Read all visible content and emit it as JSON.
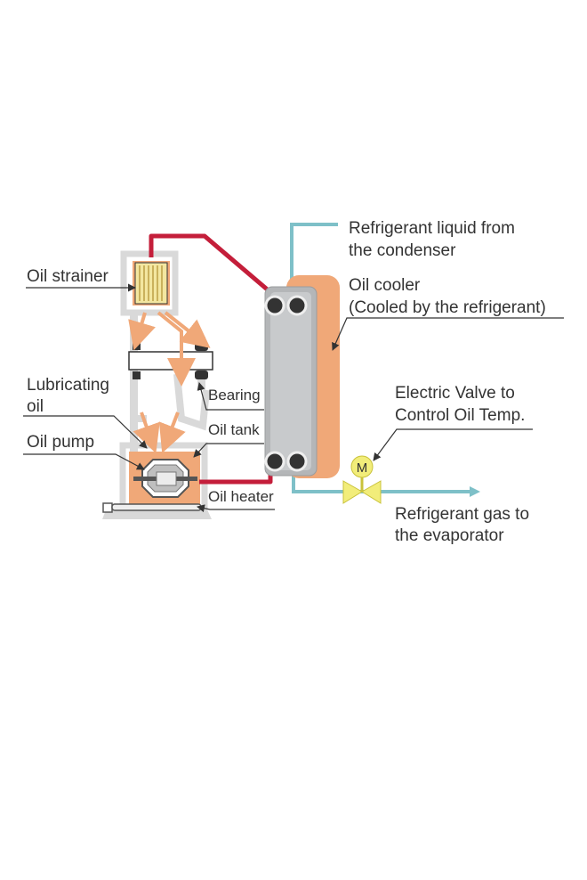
{
  "labels": {
    "oil_strainer": "Oil strainer",
    "lubricating_oil_1": "Lubricating",
    "lubricating_oil_2": "oil",
    "oil_pump": "Oil pump",
    "bearing": "Bearing",
    "oil_tank": "Oil tank",
    "oil_heater": "Oil heater",
    "refrigerant_liquid_1": "Refrigerant liquid from",
    "refrigerant_liquid_2": "the condenser",
    "oil_cooler_1": "Oil cooler",
    "oil_cooler_2": "(Cooled by the refrigerant)",
    "electric_valve_1": "Electric Valve to",
    "electric_valve_2": "Control Oil Temp.",
    "refrigerant_gas_1": "Refrigerant gas to",
    "refrigerant_gas_2": "the evaporator",
    "motor_symbol": "M"
  },
  "colors": {
    "oil_line": "#c41e3a",
    "refrigerant_line": "#7ec0c8",
    "oil_fill": "#f0a878",
    "housing_gray": "#d9d9d9",
    "cooler_gray": "#b4b6b8",
    "valve_yellow": "#f2ed7a",
    "strainer_yellow": "#f3e6a0",
    "text": "#333333"
  },
  "icons": {
    "valve": "motorized-valve-icon",
    "strainer": "oil-strainer-icon",
    "cooler": "plate-heat-exchanger-icon"
  }
}
